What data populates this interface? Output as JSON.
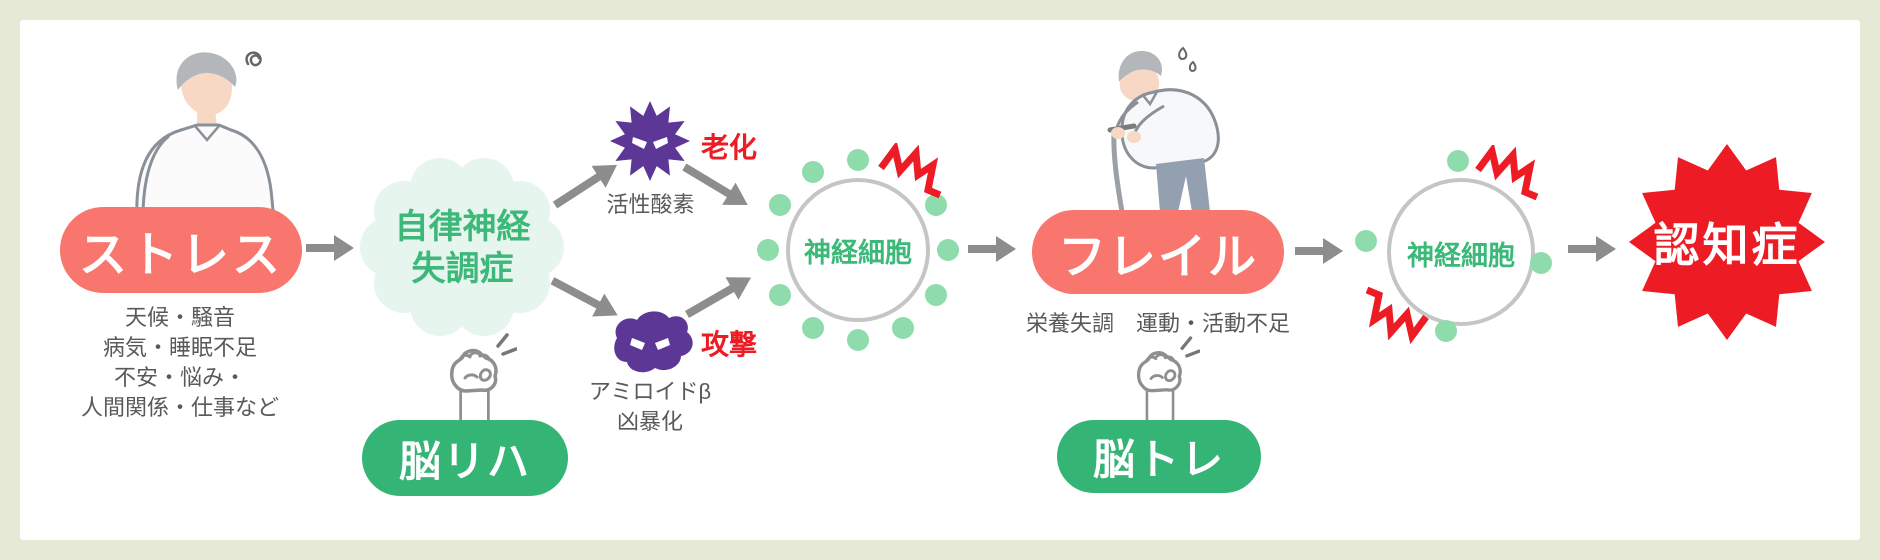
{
  "colors": {
    "background": "#e7e9d7",
    "panel": "#ffffff",
    "coral": "#f8766d",
    "green": "#34b475",
    "green_text": "#3cb878",
    "mint": "#8edcab",
    "cloud": "#e6f5ed",
    "purple": "#5d3796",
    "red": "#ed1c24",
    "arrow": "#8d8d8d",
    "text": "#595959",
    "circle_stroke": "#c5c5c5",
    "outline": "#8a9097",
    "skin": "#f6d8c4",
    "hair": "#b3b6ba",
    "pants": "#93a0b0"
  },
  "flow": {
    "stress": {
      "label": "ストレス",
      "icon": "stressed-man-icon",
      "causes": [
        "天候・騒音",
        "病気・睡眠不足",
        "不安・悩み・",
        "人間関係・仕事など"
      ]
    },
    "dysautonomia": {
      "label_line1": "自律神経",
      "label_line2": "失調症"
    },
    "brain_rehab": {
      "label": "脳リハ",
      "icon": "fist-icon"
    },
    "reactive_oxygen": {
      "label": "活性酸素",
      "effect": "老化",
      "icon": "spiky-virus-icon"
    },
    "amyloid": {
      "label_line1": "アミロイドβ",
      "label_line2": "凶暴化",
      "effect": "攻撃",
      "icon": "blob-virus-icon"
    },
    "nerve_cell_1": {
      "label": "神経細胞"
    },
    "frailty": {
      "label": "フレイル",
      "icon": "elderly-man-cane-icon",
      "causes": "栄養失調　運動・活動不足"
    },
    "brain_training": {
      "label": "脳トレ",
      "icon": "fist-icon"
    },
    "nerve_cell_2": {
      "label": "神経細胞"
    },
    "dementia": {
      "label": "認知症",
      "icon": "starburst-icon"
    }
  }
}
